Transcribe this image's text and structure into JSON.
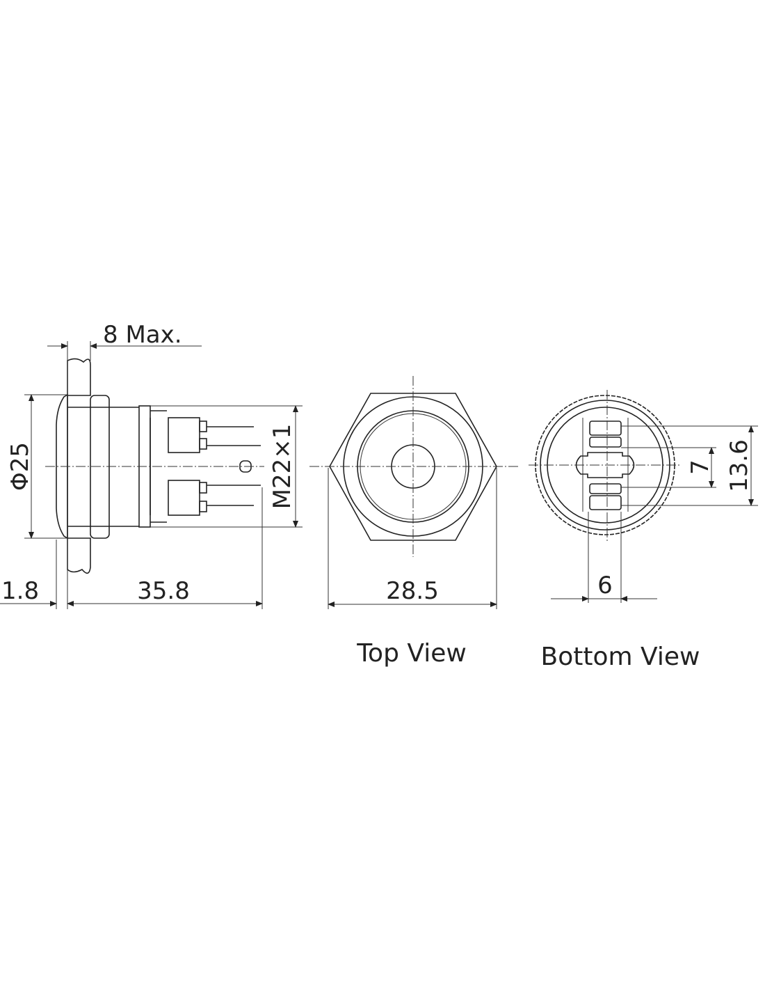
{
  "side_view": {
    "dim_panel_thickness": "8 Max.",
    "dim_head_diameter": "Φ25",
    "dim_thread": "M22×1",
    "dim_head_height": "1.8",
    "dim_body_length": "35.8"
  },
  "top_view": {
    "label": "Top View",
    "dim_across_corners": "28.5"
  },
  "bottom_view": {
    "label": "Bottom View",
    "dim_terminal_span": "13.6",
    "dim_terminal_pitch": "7",
    "dim_terminal_width": "6"
  },
  "colors": {
    "line": "#222222",
    "background": "#ffffff"
  }
}
